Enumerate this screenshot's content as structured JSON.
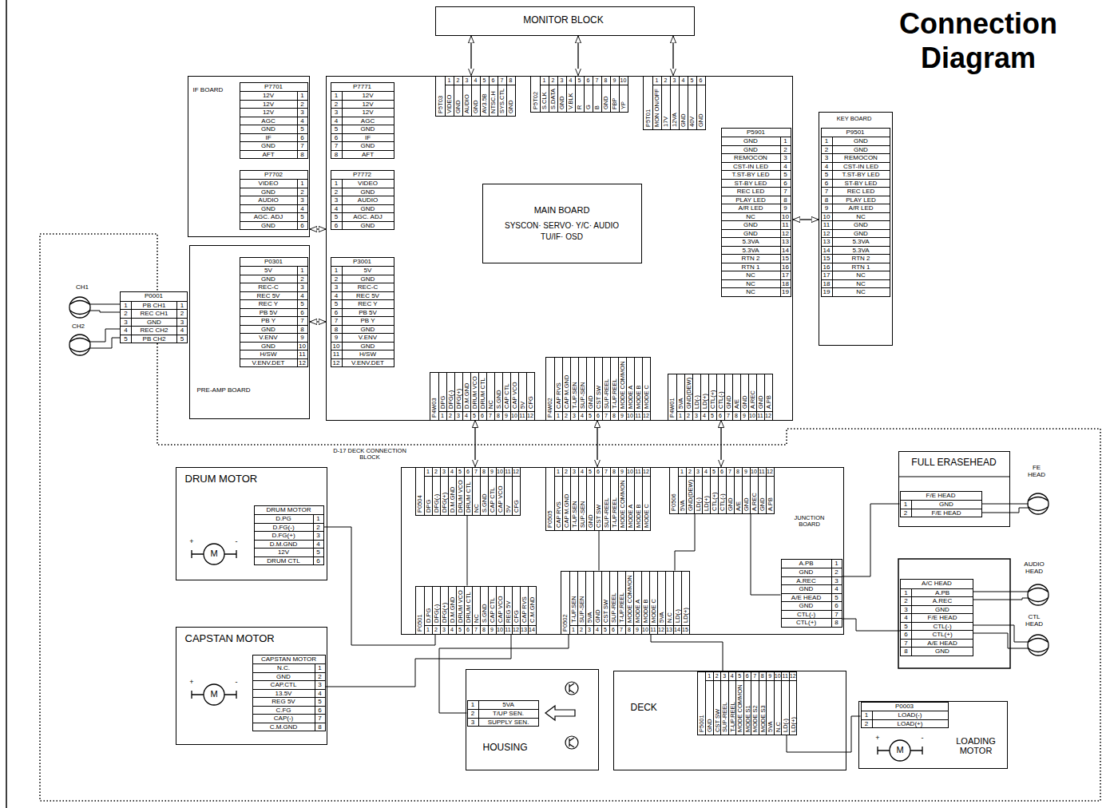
{
  "diagram": {
    "title": "Connection Diagram",
    "nodes": [
      {
        "text": [
          "MONITOR BLOCK"
        ]
      },
      {
        "text": [
          "IF BOARD"
        ]
      },
      {
        "text": [
          "P7701",
          "12V",
          "1",
          "12V",
          "2",
          "12V",
          "3",
          "AGC",
          "4",
          "GND",
          "5",
          "IF",
          "6",
          "GND",
          "7",
          "AFT",
          "8"
        ],
        "in": 1
      },
      {
        "text": [
          "P7702",
          "VIDEO",
          "1",
          "GND",
          "2",
          "AUDIO",
          "3",
          "GND",
          "4",
          "AGC. ADJ",
          "5",
          "GND",
          "6"
        ],
        "in": 1
      },
      {
        "text": [
          "MAIN BOARD",
          "SYSCON· SERVO· Y/C· AUDIO TU/IF· OSD"
        ]
      },
      {
        "text": [
          "P7771",
          "1",
          "12V",
          "2",
          "12V",
          "3",
          "12V",
          "4",
          "AGC",
          "5",
          "GND",
          "6",
          "IF",
          "7",
          "GND",
          "8",
          "AFT"
        ],
        "in": 4
      },
      {
        "text": [
          "P7772",
          "1",
          "VIDEO",
          "2",
          "GND",
          "3",
          "AUDIO",
          "4",
          "GND",
          "5",
          "AGC. ADJ",
          "6",
          "GND"
        ],
        "in": 4
      },
      {
        "text": [
          "P3001",
          "1",
          "5V",
          "2",
          "GND",
          "3",
          "REC-C",
          "4",
          "REC 5V",
          "5",
          "REC Y",
          "6",
          "PB 5V",
          "7",
          "PB Y",
          "8",
          "GND",
          "9",
          "V.ENV",
          "10",
          "GND",
          "11",
          "H/SW",
          "12",
          "V.ENV.DET"
        ],
        "in": 4
      },
      {
        "text": [
          "P5T03",
          "1",
          "VIDEO",
          "2",
          "GND",
          "3",
          "AUDIO",
          "4",
          "GND",
          "5",
          "AV3.5B",
          "6",
          "NTSC.H",
          "7",
          "SYS.CTL",
          "8",
          "GND"
        ],
        "in": 4
      },
      {
        "text": [
          "P5T02",
          "1",
          "S.CLK",
          "2",
          "S.DATA",
          "3",
          "GND",
          "4",
          "V.BLK",
          "5",
          "R",
          "6",
          "G",
          "7",
          "B",
          "8",
          "GND",
          "9",
          "FBP",
          "10",
          "YP"
        ],
        "in": 4
      },
      {
        "text": [
          "P5T01",
          "1",
          "MON ON/OFF",
          "2",
          "17V",
          "3",
          "12VA",
          "4",
          "GND",
          "5",
          "40V",
          "6",
          "GND"
        ],
        "in": 4
      },
      {
        "text": [
          "P5901",
          "GND",
          "1",
          "GND",
          "2",
          "REMOCON",
          "3",
          "CST-IN LED",
          "4",
          "T.ST-BY LED",
          "5",
          "ST-BY LED",
          "6",
          "REC LED",
          "7",
          "PLAY LED",
          "8",
          "A/R LED",
          "9",
          "NC",
          "10",
          "GND",
          "11",
          "GND",
          "12",
          "5.3VA",
          "13",
          "5.3VA",
          "14",
          "RTN 2",
          "15",
          "RTN 1",
          "16",
          "NC",
          "17",
          "NC",
          "18",
          "NC",
          "19"
        ],
        "in": 4
      },
      {
        "text": [
          "P4W03",
          "DPG",
          "1",
          "DFG(-)",
          "2",
          "DFG(+)",
          "3",
          "D.M.GND",
          "4",
          "DRUM VCO",
          "5",
          "DRUM CTL",
          "6",
          "NC",
          "7",
          "S.GND",
          "8",
          "CAP CTL",
          "9",
          "CAP VCO",
          "10",
          "5V",
          "11",
          "CFG",
          "12"
        ],
        "in": 4
      },
      {
        "text": [
          "P4W02",
          "CAP RVS",
          "1",
          "CAP M.GND",
          "2",
          "T-UP.SEN",
          "3",
          "SUP-SEN",
          "4",
          "GND",
          "5",
          "CST SW",
          "6",
          "SUP-REEL",
          "7",
          "T-UP.REEL",
          "8",
          "MODE COMMON",
          "9",
          "MODE A",
          "10",
          "MODE B",
          "11",
          "MODE C",
          "12"
        ],
        "in": 4
      },
      {
        "text": [
          "P4W01",
          "5VA",
          "1",
          "GND(DEW)",
          "2",
          "LD(-)",
          "3",
          "LD(+)",
          "4",
          "CTL(+)",
          "5",
          "CTL(-)",
          "6",
          "GND",
          "7",
          "A/E",
          "8",
          "GND",
          "9",
          "A.REC",
          "10",
          "GND",
          "11",
          "A.PB",
          "12"
        ],
        "in": 4
      },
      {
        "text": [
          "KEY BOARD"
        ]
      },
      {
        "text": [
          "P9501",
          "1",
          "GND",
          "2",
          "GND",
          "3",
          "REMOCON",
          "4",
          "CST-IN LED",
          "5",
          "T.ST-BY LED",
          "6",
          "ST-BY LED",
          "7",
          "REC LED",
          "8",
          "PLAY LED",
          "9",
          "A/R LED",
          "10",
          "NC",
          "11",
          "GND",
          "12",
          "GND",
          "13",
          "5.3VA",
          "14",
          "5.3VA",
          "15",
          "RTN 2",
          "16",
          "RTN 1",
          "17",
          "NC",
          "18",
          "NC",
          "19",
          "NC"
        ],
        "in": 15
      },
      {
        "text": [
          "PRE-AMP BOARD"
        ]
      },
      {
        "text": [
          "P0301",
          "5V",
          "1",
          "GND",
          "2",
          "REC-C",
          "3",
          "REC 5V",
          "4",
          "REC Y",
          "5",
          "PB 5V",
          "6",
          "PB Y",
          "7",
          "GND",
          "8",
          "V.ENV",
          "9",
          "GND",
          "10",
          "H/SW",
          "11",
          "V.ENV.DET",
          "12"
        ],
        "in": 17
      },
      {
        "text": [
          "P0001",
          "1",
          "PB CH1",
          "1",
          "2",
          "REC CH1",
          "2",
          "3",
          "GND",
          "3",
          "4",
          "REC CH2",
          "4",
          "5",
          "PB CH2",
          "5"
        ]
      },
      {
        "text": [
          "JUNCTION BOARD"
        ]
      },
      {
        "text": [
          "P0504",
          "1",
          "DPG",
          "2",
          "DFG(-)",
          "3",
          "DFG(+)",
          "4",
          "D.M.GND",
          "5",
          "DRUM VCO",
          "6",
          "DRUM CTL",
          "7",
          "NC",
          "8",
          "S.GND",
          "9",
          "CAP CTL",
          "10",
          "CAP VCO",
          "11",
          "5V",
          "12",
          "CFG"
        ],
        "in": 20
      },
      {
        "text": [
          "P0505",
          "1",
          "CAP RVS",
          "2",
          "CAP M.GND",
          "3",
          "T-UP.SEN",
          "4",
          "SUP-SEN",
          "5",
          "GND",
          "6",
          "CST SW",
          "7",
          "SUP-REEL",
          "8",
          "T-UP.REEL",
          "9",
          "MODE COMMON",
          "10",
          "MODE A",
          "11",
          "MODE B",
          "12",
          "MODE C"
        ],
        "in": 20
      },
      {
        "text": [
          "P0506",
          "1",
          "5VA",
          "2",
          "GND(DEW)",
          "3",
          "LD(-)",
          "4",
          "LD(+)",
          "5",
          "CTL(+)",
          "6",
          "CTL(-)",
          "7",
          "GND",
          "8",
          "A/E",
          "9",
          "GND",
          "10",
          "A.REC",
          "11",
          "GND",
          "12",
          "A.PB"
        ],
        "in": 20
      },
      {
        "text": [
          "P0501",
          "D.PG",
          "1",
          "DFG(-)",
          "2",
          "DFG(+)",
          "3",
          "D.M.GND",
          "4",
          "DRUM VCO",
          "5",
          "DRUM CTL",
          "6",
          "NC",
          "7",
          "S.GND",
          "8",
          "CAP CTL",
          "9",
          "CAP VCO",
          "10",
          "REG 5V",
          "11",
          "CFG",
          "12",
          "CAP RVS",
          "13",
          "C.M.GND",
          "14"
        ],
        "in": 20
      },
      {
        "text": [
          "P0502",
          "T-UP.SEN",
          "1",
          "SUP-SEN",
          "2",
          "5VA",
          "3",
          "GND",
          "4",
          "CST SW",
          "5",
          "SUP-REEL",
          "6",
          "T-UP.REEL",
          "7",
          "MODE COMMON",
          "8",
          "MODE A",
          "9",
          "MODE B",
          "10",
          "MODE C",
          "11",
          "5VA",
          "12",
          "N.C",
          "13",
          "LD(-)",
          "14",
          "LD(+)",
          "15"
        ],
        "in": 20
      },
      {
        "text": [
          "A.PB",
          "1",
          "GND",
          "2",
          "A.REC",
          "3",
          "GND",
          "4",
          "A/E HEAD",
          "5",
          "GND",
          "6",
          "CTL(-)",
          "7",
          "CTL(+)",
          "8"
        ],
        "in": 20
      },
      {
        "text": [
          "DRUM MOTOR"
        ]
      },
      {
        "text": [
          "DRUM MOTOR",
          "D.PG",
          "1",
          "D.FG(-)",
          "2",
          "D.FG(+)",
          "3",
          "D.M.GND",
          "4",
          "12V",
          "5",
          "DRUM CTL",
          "6"
        ],
        "in": 27
      },
      {
        "text": [
          "CAPSTAN MOTOR"
        ]
      },
      {
        "text": [
          "CAPSTAN MOTOR",
          "N.C.",
          "1",
          "GND",
          "2",
          "CAP.CTL",
          "3",
          "13.5V",
          "4",
          "REG 5V",
          "5",
          "C.FG",
          "6",
          "CAP(-)",
          "7",
          "C.M.GND",
          "8"
        ],
        "in": 29
      },
      {
        "text": [
          "FULL ERASEHEAD"
        ]
      },
      {
        "text": [
          "F/E HEAD",
          "1",
          "GND",
          "2",
          "F/E HEAD"
        ],
        "in": 31
      },
      {
        "text": [
          "A/C HEAD",
          "1",
          "A.PB",
          "2",
          "A.REC",
          "3",
          "GND",
          "4",
          "F/E HEAD",
          "5",
          "CTL(-)",
          "6",
          "CTL(+)",
          "7",
          "A/E HEAD",
          "8",
          "GND"
        ]
      },
      {
        "text": [
          "HOUSING"
        ]
      },
      {
        "text": [
          "1",
          "5VA",
          "2",
          "T/UP SEN.",
          "3",
          "SUPPLY SEN."
        ],
        "in": 34
      },
      {
        "text": [
          "DECK"
        ]
      },
      {
        "text": [
          "P5001",
          "1",
          "GND",
          "2",
          "CST SW",
          "3",
          "SUP-REEL",
          "4",
          "T-UP.REEL",
          "5",
          "MODE COMMON",
          "6",
          "MODE S1",
          "7",
          "MODE S2",
          "8",
          "MODE S3",
          "9",
          "5VA",
          "10",
          "N.C",
          "11",
          "LD(-)",
          "12",
          "LD(+)"
        ],
        "in": 36
      },
      {
        "text": [
          "LOADING MOTOR"
        ]
      },
      {
        "text": [
          "P0003",
          "1",
          "LOAD(-)",
          "2",
          "LOAD(+)"
        ],
        "in": 38
      }
    ],
    "edges": [
      {
        "from": 0,
        "to": 8,
        "arrow": "both"
      },
      {
        "from": 0,
        "to": 9,
        "arrow": "both"
      },
      {
        "from": 0,
        "to": 10,
        "arrow": "both"
      },
      {
        "from": 1,
        "to": 4,
        "arrow": "both"
      },
      {
        "from": 17,
        "to": 4,
        "arrow": "both"
      },
      {
        "from": 4,
        "to": 15,
        "arrow": "both"
      },
      {
        "from": 12,
        "to": 21,
        "arrow": "both"
      },
      {
        "from": 13,
        "to": 22,
        "arrow": "both"
      },
      {
        "from": 14,
        "to": 23,
        "arrow": "both"
      },
      {
        "from": 21,
        "to": 24,
        "arrow": "none"
      },
      {
        "from": 22,
        "to": 25,
        "arrow": "none"
      },
      {
        "from": 23,
        "to": 25,
        "arrow": "none"
      },
      {
        "from": 23,
        "to": 26,
        "arrow": "none"
      },
      {
        "from": 28,
        "to": 24,
        "arrow": "none"
      },
      {
        "from": 30,
        "to": 24,
        "arrow": "none"
      },
      {
        "from": 35,
        "to": 25,
        "arrow": "none"
      },
      {
        "from": 37,
        "to": 25,
        "arrow": "none"
      },
      {
        "from": 37,
        "to": 39,
        "arrow": "none"
      },
      {
        "from": 26,
        "to": 32,
        "arrow": "none"
      },
      {
        "from": 26,
        "to": 33,
        "arrow": "none"
      }
    ],
    "labels": [
      "CH1",
      "CH2",
      "D-17 DECK CONNECTION BLOCK",
      "FE HEAD",
      "AUDIO HEAD",
      "CTL HEAD",
      "M",
      "+",
      "-",
      "M",
      "+",
      "-",
      "M",
      "+",
      "-"
    ]
  }
}
